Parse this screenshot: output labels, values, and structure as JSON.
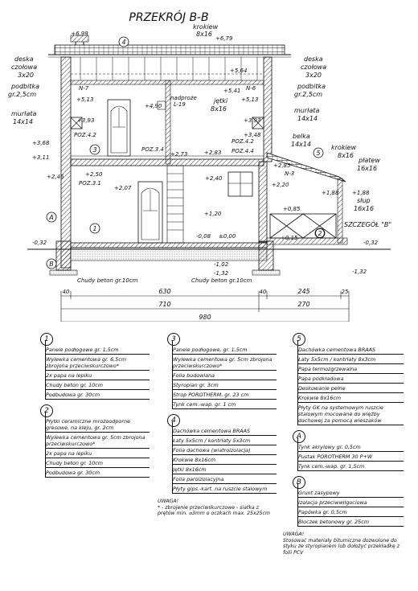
{
  "title": "PRZEKRÓJ B-B",
  "levels": {
    "top": "+6,99",
    "ridge": "+6,79",
    "l564": "+5,64",
    "l541": "+5,41",
    "l513a": "+5,13",
    "l513b": "+5,13",
    "l490": "+4,90",
    "l393a": "+3,93",
    "l393b": "+3,93",
    "l348": "+3,48",
    "l368": "+3,68",
    "l311": "+3,11",
    "l283": "+2,83",
    "l273": "+2,73",
    "l285": "+2,85",
    "l250": "+2,50",
    "l246": "+2,46",
    "l207": "+2,07",
    "l240": "+2,40",
    "l220": "+2,20",
    "l188a": "+1,88",
    "l188b": "+1,88",
    "l120": "+1,20",
    "l085": "+0,85",
    "l015": "+0,15",
    "l008": "-0,08",
    "l000": "±0,00",
    "m032a": "-0,32",
    "m032b": "-0,32",
    "m102": "-1,02",
    "m132a": "-1,32",
    "m132b": "-1,32"
  },
  "labels": {
    "krokiew_top": "krokiew",
    "krokiew_top_size": "8x16",
    "deska_left": "deska",
    "deska_left2": "czołowa",
    "deska_left3": "3x20",
    "podbitka_left": "podbitka",
    "podbitka_left2": "gr.2,5cm",
    "murlata_left": "murłata",
    "murlata_left2": "14x14",
    "deska_right": "deska",
    "deska_right2": "czołowa",
    "deska_right3": "3x20",
    "podbitka_right": "podbitka",
    "podbitka_right2": "gr.2,5cm",
    "murlata_right": "murłata",
    "murlata_right2": "14x14",
    "belka": "belka",
    "belka_size": "14x14",
    "krokiew_right": "krokiew",
    "krokiew_right_size": "8x16",
    "platew": "płatew",
    "platew_size": "16x16",
    "slup": "słup",
    "slup_size": "16x16",
    "jetki": "jętki",
    "jetki_size": "8x16",
    "nadproze": "nadproże",
    "nadproze_code": "L-19",
    "szczegol": "SZCZEGÓŁ \"B\"",
    "n7": "N-7",
    "n6": "N-6",
    "n3": "N-3",
    "poz42a": "POZ.4.2",
    "poz42b": "POZ.4.2",
    "poz34": "POZ.3.4",
    "poz44": "POZ.4.4",
    "poz31": "POZ.3.1",
    "c1": "1",
    "c3": "3",
    "c4": "4",
    "c5": "5",
    "c2": "2",
    "cA": "A",
    "cB": "B",
    "beton_left": "Chudy beton gr.10cm",
    "beton_right": "Chudy beton gr.10cm"
  },
  "dimensions": {
    "d40a": "40",
    "d630": "630",
    "d40b": "40",
    "d245": "245",
    "d25": "25",
    "d710": "710",
    "d270": "270",
    "d980": "980"
  },
  "legend": {
    "col1": [
      {
        "id": "1",
        "rows": [
          "Panele podłogowe gr. 1,5cm",
          "Wylewka cementowa gr. 6,5cm zbrojona przeciwskurczowo*",
          "2x papa na lepiku",
          "Chudy beton gr. 10cm",
          "Podbudowa gr. 30cm"
        ]
      },
      {
        "id": "2",
        "rows": [
          "Płytki ceramiczne mrozoodporne gresowe, na kleju, gr. 2cm",
          "Wylewka cementowa gr. 5cm zbrojona przeciwskurczowo*",
          "2x papa na lepiku",
          "Chudy beton gr. 10cm",
          "Podbudowa gr. 30cm"
        ]
      }
    ],
    "col2": [
      {
        "id": "3",
        "rows": [
          "Panele podłogowe, gr. 1,5cm",
          "Wylewka cementowa gr. 5cm zbrojona przeciwskurczowo*",
          "Folia budowlana",
          "Styropian gr. 3cm",
          "Strop POROTHERM. gr. 23 cm",
          "Tynk cem.-wap. gr. 1 cm"
        ]
      },
      {
        "id": "4",
        "rows": [
          "Dachówka cementowa BRAAS",
          "Łaty 5x5cm / kontrłaty 5x3cm",
          "Folia dachowa (wiatroizolacja)",
          "Krokwie 8x16cm",
          "Jętki 8x16cm",
          "Folia paroizolacyjna",
          "Płyty gips.-kart. na ruszcie stalowym"
        ]
      }
    ],
    "col3": [
      {
        "id": "5",
        "rows": [
          "Dachówka cementowa BRAAS",
          "Łaty 5x5cm / kontrłaty 8x3cm",
          "Papa termozgrzewalna",
          "Papa podkładowa",
          "Deskowanie pełne",
          "Krokwie 8x16cm",
          "Płyty GK na systemowym ruszcie stalowym mocowane do więźby dachowej za pomocą wieszaków"
        ]
      },
      {
        "id": "A",
        "rows": [
          "Tynk akrylowy gr. 0,5cm",
          "Pustak POROTHERM 30 P+W",
          "Tynk cem.-wap. gr. 1,5cm"
        ]
      },
      {
        "id": "B",
        "rows": [
          "Grunt zasypowy",
          "Izolacja przeciwwilgociowa",
          "Papówka gr. 0,5cm",
          "Bloczek betonowy gr. 25cm"
        ]
      }
    ],
    "note_mid_title": "UWAGA!",
    "note_mid": "* - zbrojenie przeciwskurczowe - siatka z prętów min. ⌀3mm o oczkach max. 25x25cm",
    "note_right_title": "UWAGA!",
    "note_right": "Stosować materiały bitumiczne dozwolone do styku ze styropianem lub dołożyć przekładkę z folii PCV"
  }
}
